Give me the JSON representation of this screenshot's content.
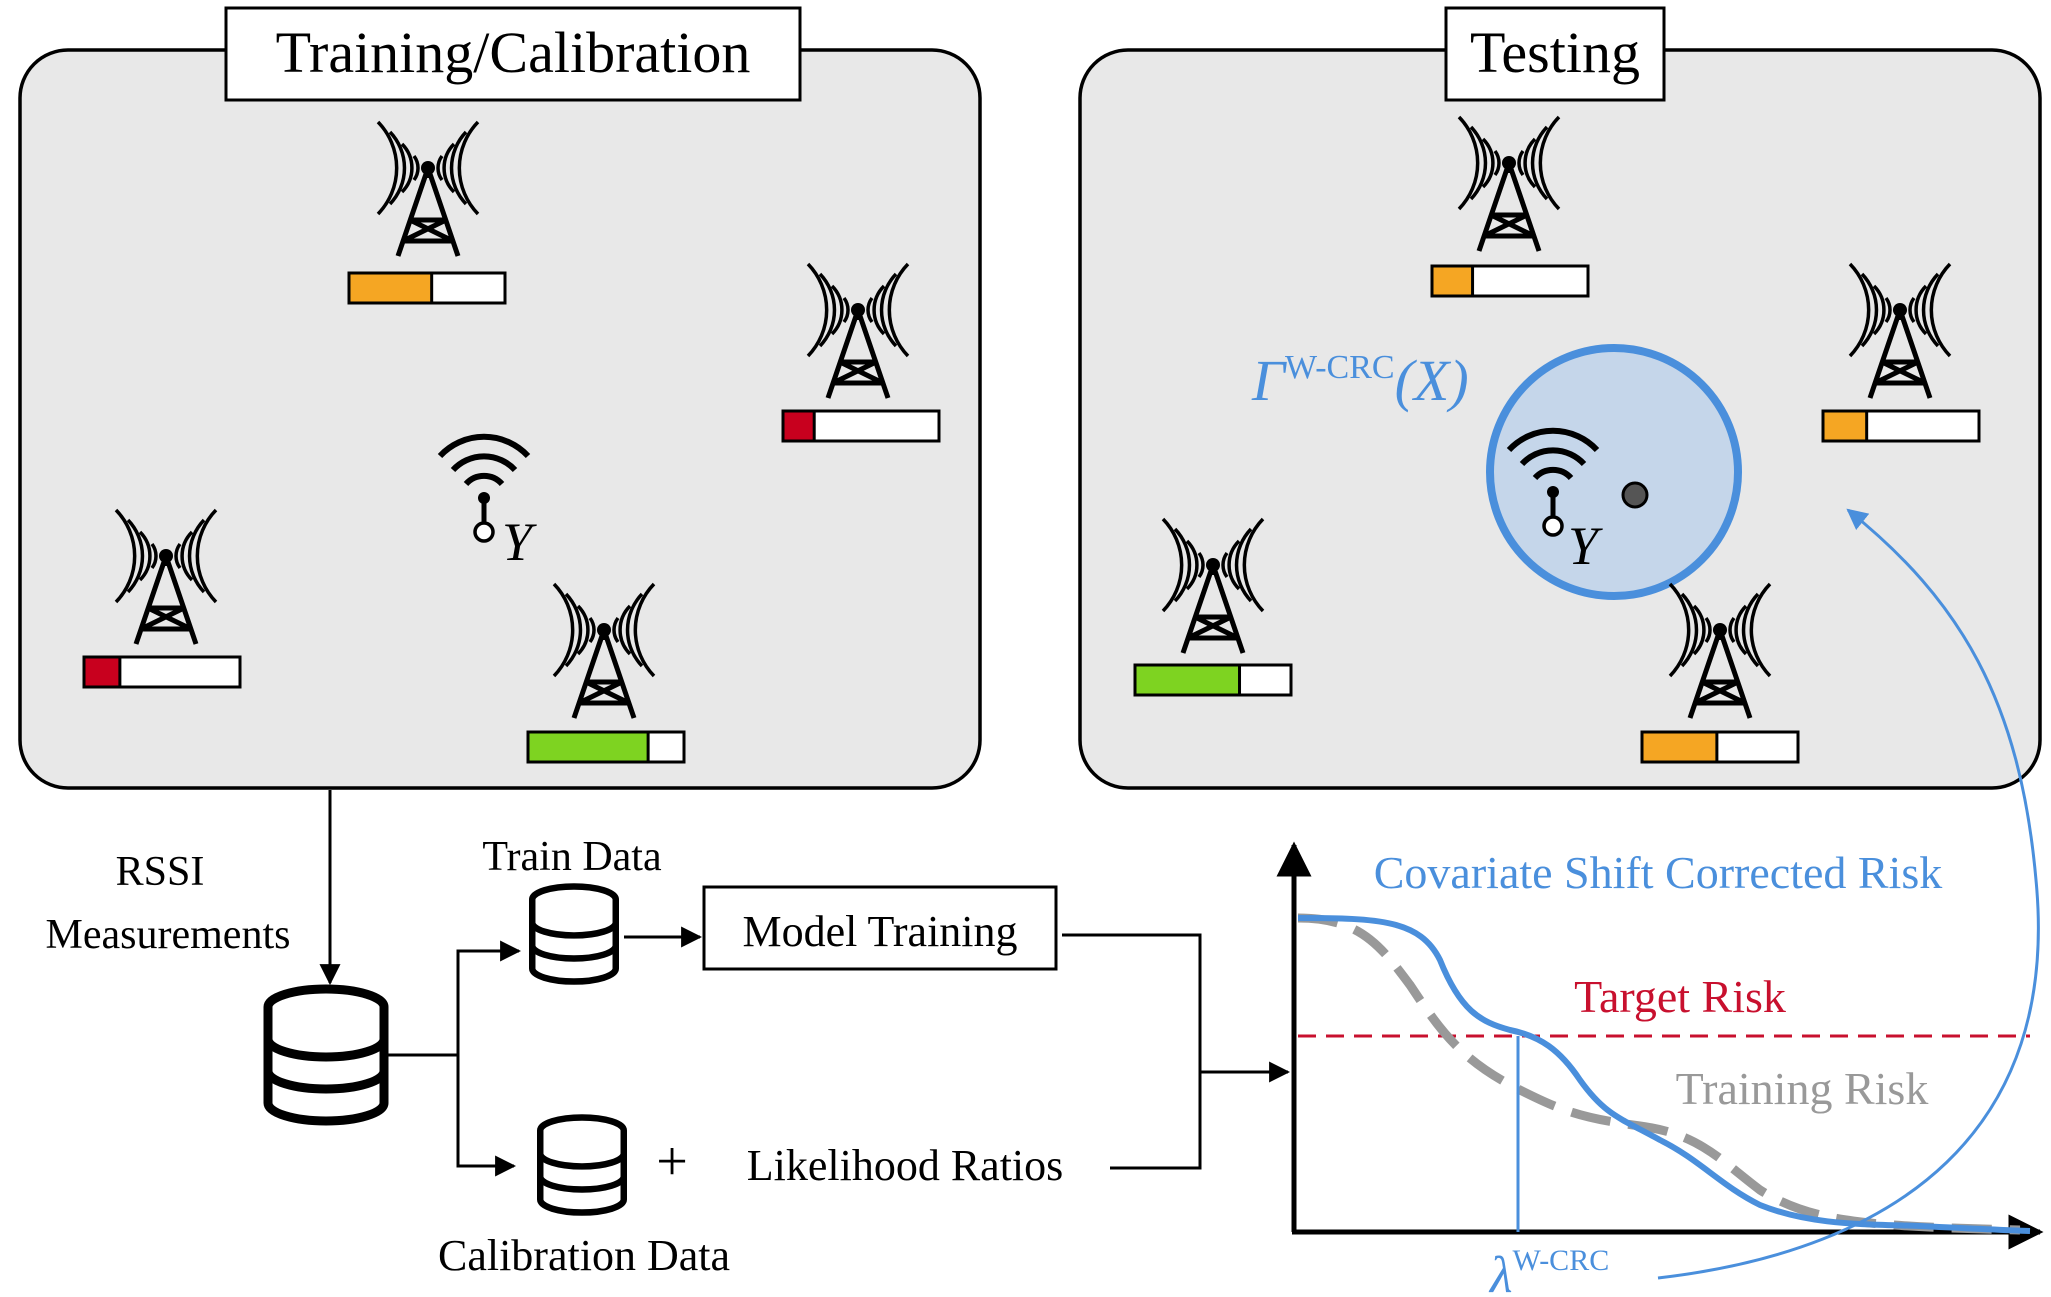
{
  "panels": {
    "training": {
      "title": "Training/Calibration"
    },
    "testing": {
      "title": "Testing"
    }
  },
  "labels": {
    "rssi_line1": "RSSI",
    "rssi_line2": "Measurements",
    "train_data": "Train Data",
    "model_training": "Model Training",
    "plus": "+",
    "likelihood_ratios": "Likelihood Ratios",
    "calibration_data": "Calibration Data",
    "y_var": "Y",
    "gamma_base": "Γ",
    "gamma_sup": "W-CRC",
    "gamma_arg": "(X)",
    "lambda_base": "λ",
    "lambda_sup": "W-CRC"
  },
  "colors": {
    "panel_fill": "#e8e8e8",
    "blue": "#4a8fdc",
    "blue_fill": "#c5d6ea",
    "red": "#c8102e",
    "gray": "#999999",
    "orange": "#f5a623",
    "green": "#7ed321",
    "dark_red": "#c8001e"
  },
  "chart_data": {
    "type": "line",
    "series": [
      {
        "name": "Covariate Shift Corrected Risk",
        "color": "#4a8fdc"
      },
      {
        "name": "Training Risk",
        "color": "#999999"
      }
    ],
    "target_label": "Target Risk",
    "target_color": "#c8102e"
  },
  "towers": [
    {
      "panel": "training",
      "signal_level": 0.53,
      "bar_color": "#f5a623"
    },
    {
      "panel": "training",
      "signal_level": 0.2,
      "bar_color": "#c8001e"
    },
    {
      "panel": "training",
      "signal_level": 0.23,
      "bar_color": "#c8001e"
    },
    {
      "panel": "training",
      "signal_level": 0.77,
      "bar_color": "#7ed321"
    },
    {
      "panel": "testing",
      "signal_level": 0.26,
      "bar_color": "#f5a623"
    },
    {
      "panel": "testing",
      "signal_level": 0.28,
      "bar_color": "#f5a623"
    },
    {
      "panel": "testing",
      "signal_level": 0.67,
      "bar_color": "#7ed321"
    },
    {
      "panel": "testing",
      "signal_level": 0.48,
      "bar_color": "#f5a623"
    }
  ]
}
